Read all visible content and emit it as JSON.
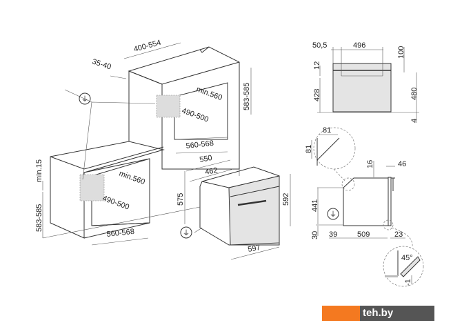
{
  "dimensions": {
    "upper_depth": "400-554",
    "upper_setback": "35-40",
    "upper_height": "583-585",
    "upper_niche_depth": "min.560",
    "upper_niche_inner": "490-500",
    "upper_niche_width": "560-568",
    "lower_gap": "min.15",
    "lower_height": "583-585",
    "lower_niche_depth": "min.560",
    "lower_niche_inner": "490-500",
    "lower_niche_width": "560-568",
    "oven_depth_total": "550",
    "oven_depth_body": "462",
    "oven_body_height": "575",
    "oven_height": "592",
    "oven_width": "597",
    "front_left": "50,5",
    "front_window_width": "496",
    "front_top": "100",
    "front_gap": "12",
    "front_window_height": "428",
    "front_right_height": "480",
    "front_bottom": "4",
    "detail_chamfer_w": "81",
    "detail_chamfer_h": "81",
    "side_top": "16",
    "side_door": "46",
    "side_height": "441",
    "side_bottom": "30",
    "side_back": "39",
    "side_depth": "509",
    "side_front": "23",
    "detail_angle": "45°",
    "detail_offset": "-1"
  },
  "icons": [
    "plug-icon",
    "plug-icon",
    "plug-icon"
  ],
  "watermark": {
    "text": "teh.by",
    "colors": {
      "orange": "#f47920",
      "dark": "#555555"
    }
  }
}
